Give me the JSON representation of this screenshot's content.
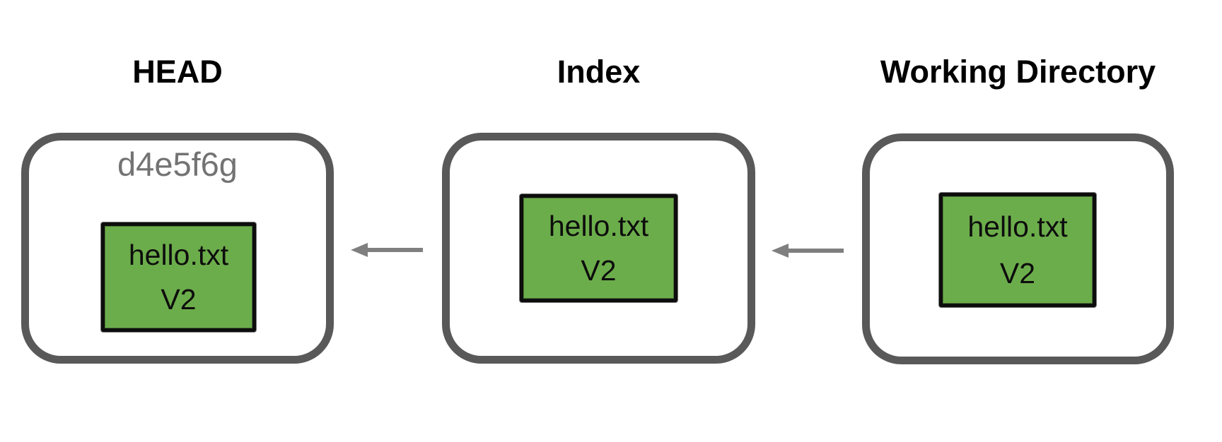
{
  "diagram": {
    "description": "Git areas diagram: HEAD, Index and Working Directory each contain the same committed file version",
    "head": {
      "title": "HEAD",
      "commit_hash": "d4e5f6g",
      "file_name": "hello.txt",
      "file_version": "V2"
    },
    "index": {
      "title": "Index",
      "file_name": "hello.txt",
      "file_version": "V2"
    },
    "working_directory": {
      "title": "Working Directory",
      "file_name": "hello.txt",
      "file_version": "V2"
    },
    "arrows": [
      {
        "from": "index",
        "to": "head",
        "direction": "left"
      },
      {
        "from": "working_directory",
        "to": "index",
        "direction": "left"
      }
    ],
    "colors": {
      "background": "#ffffff",
      "panel_border": "#595959",
      "file_fill": "#6cad4b",
      "file_border": "#0d0d0d",
      "hash_text": "#737373",
      "arrow": "#7f7f7f",
      "title_text": "#000000"
    }
  }
}
